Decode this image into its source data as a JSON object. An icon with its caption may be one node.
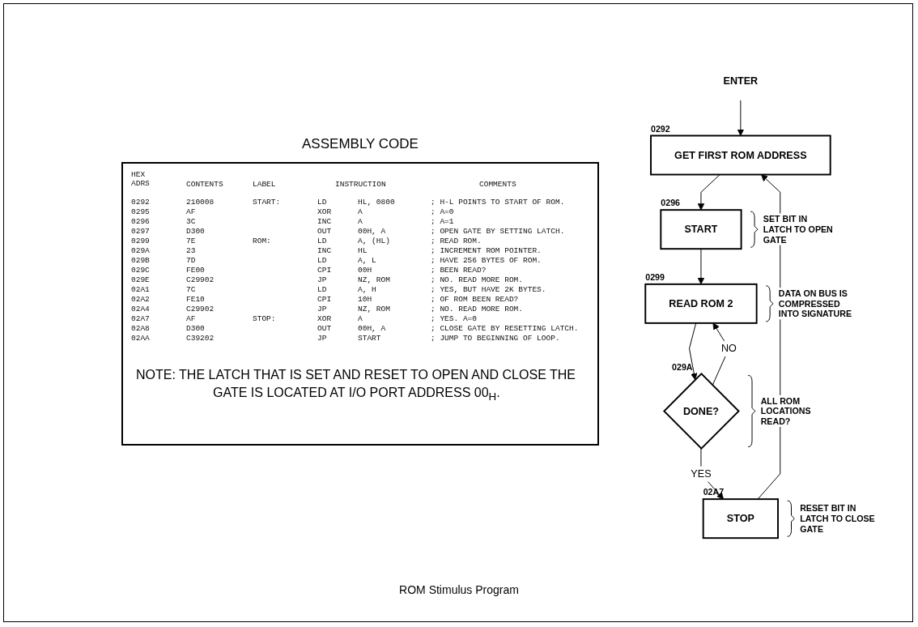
{
  "diagram": {
    "caption": "ROM Stimulus Program",
    "nodes": [
      {
        "text": [
          "ENTER"
        ]
      },
      {
        "text": [
          "GET FIRST ROM ADDRESS"
        ],
        "beside": [
          "0292"
        ]
      },
      {
        "text": [
          "START"
        ],
        "beside": [
          "0296",
          "SET BIT IN LATCH TO OPEN GATE"
        ]
      },
      {
        "text": [
          "READ ROM 2"
        ],
        "beside": [
          "0299",
          "DATA ON BUS IS COMPRESSED INTO SIGNATURE"
        ]
      },
      {
        "text": [
          "DONE?"
        ],
        "beside": [
          "029A",
          "ALL ROM LOCATIONS READ?"
        ]
      },
      {
        "text": [
          "STOP"
        ],
        "beside": [
          "02A7",
          "RESET BIT IN LATCH TO CLOSE GATE"
        ]
      }
    ],
    "edges": [
      {
        "from": 0,
        "to": 1,
        "arrow": "to"
      },
      {
        "from": 1,
        "to": 2,
        "arrow": "to"
      },
      {
        "from": 2,
        "to": 3,
        "arrow": "to"
      },
      {
        "from": 3,
        "to": 4,
        "arrow": "to"
      },
      {
        "from": 4,
        "to": 3,
        "label": "NO",
        "arrow": "to"
      },
      {
        "from": 4,
        "to": 5,
        "label": "YES",
        "arrow": "to"
      },
      {
        "from": 5,
        "to": 1,
        "arrow": "to"
      }
    ],
    "labels": [
      "ASSEMBLY CODE",
      "HEX ADRS",
      "CONTENTS",
      "LABEL",
      "INSTRUCTION",
      "COMMENTS",
      "0292",
      "210008",
      "START:",
      "LD",
      "HL, 0800",
      "; H-L POINTS TO START OF ROM.",
      "0295",
      "AF",
      "XOR",
      "A",
      "; A=0",
      "0296",
      "3C",
      "INC",
      "A",
      "; A=1",
      "0297",
      "D300",
      "OUT",
      "00H, A",
      "; OPEN GATE BY SETTING LATCH.",
      "0299",
      "7E",
      "ROM:",
      "LD",
      "A, (HL)",
      "; READ ROM.",
      "029A",
      "23",
      "INC",
      "HL",
      "; INCREMENT ROM POINTER.",
      "029B",
      "7D",
      "LD",
      "A, L",
      "; HAVE 256 BYTES OF ROM.",
      "029C",
      "FE00",
      "CPI",
      "00H",
      "; BEEN READ?",
      "029E",
      "C29902",
      "JP",
      "NZ, ROM",
      "; NO. READ MORE ROM.",
      "02A1",
      "7C",
      "LD",
      "A, H",
      "; YES, BUT HAVE 2K BYTES.",
      "02A2",
      "FE10",
      "CPI",
      "10H",
      "; OF ROM BEEN READ?",
      "02A4",
      "C29902",
      "JP",
      "NZ, ROM",
      "; NO. READ MORE ROM.",
      "02A7",
      "AF",
      "STOP:",
      "XOR",
      "A",
      "; YES. A=0",
      "02A8",
      "D300",
      "OUT",
      "00H, A",
      "; CLOSE GATE BY RESETTING LATCH.",
      "02AA",
      "C39202",
      "JP",
      "START",
      "; JUMP TO BEGINNING OF LOOP.",
      "NOTE: THE LATCH THAT IS SET AND RESET TO OPEN AND CLOSE THE GATE IS LOCATED AT I/O PORT ADDRESS 00$_{H}$."
    ]
  }
}
